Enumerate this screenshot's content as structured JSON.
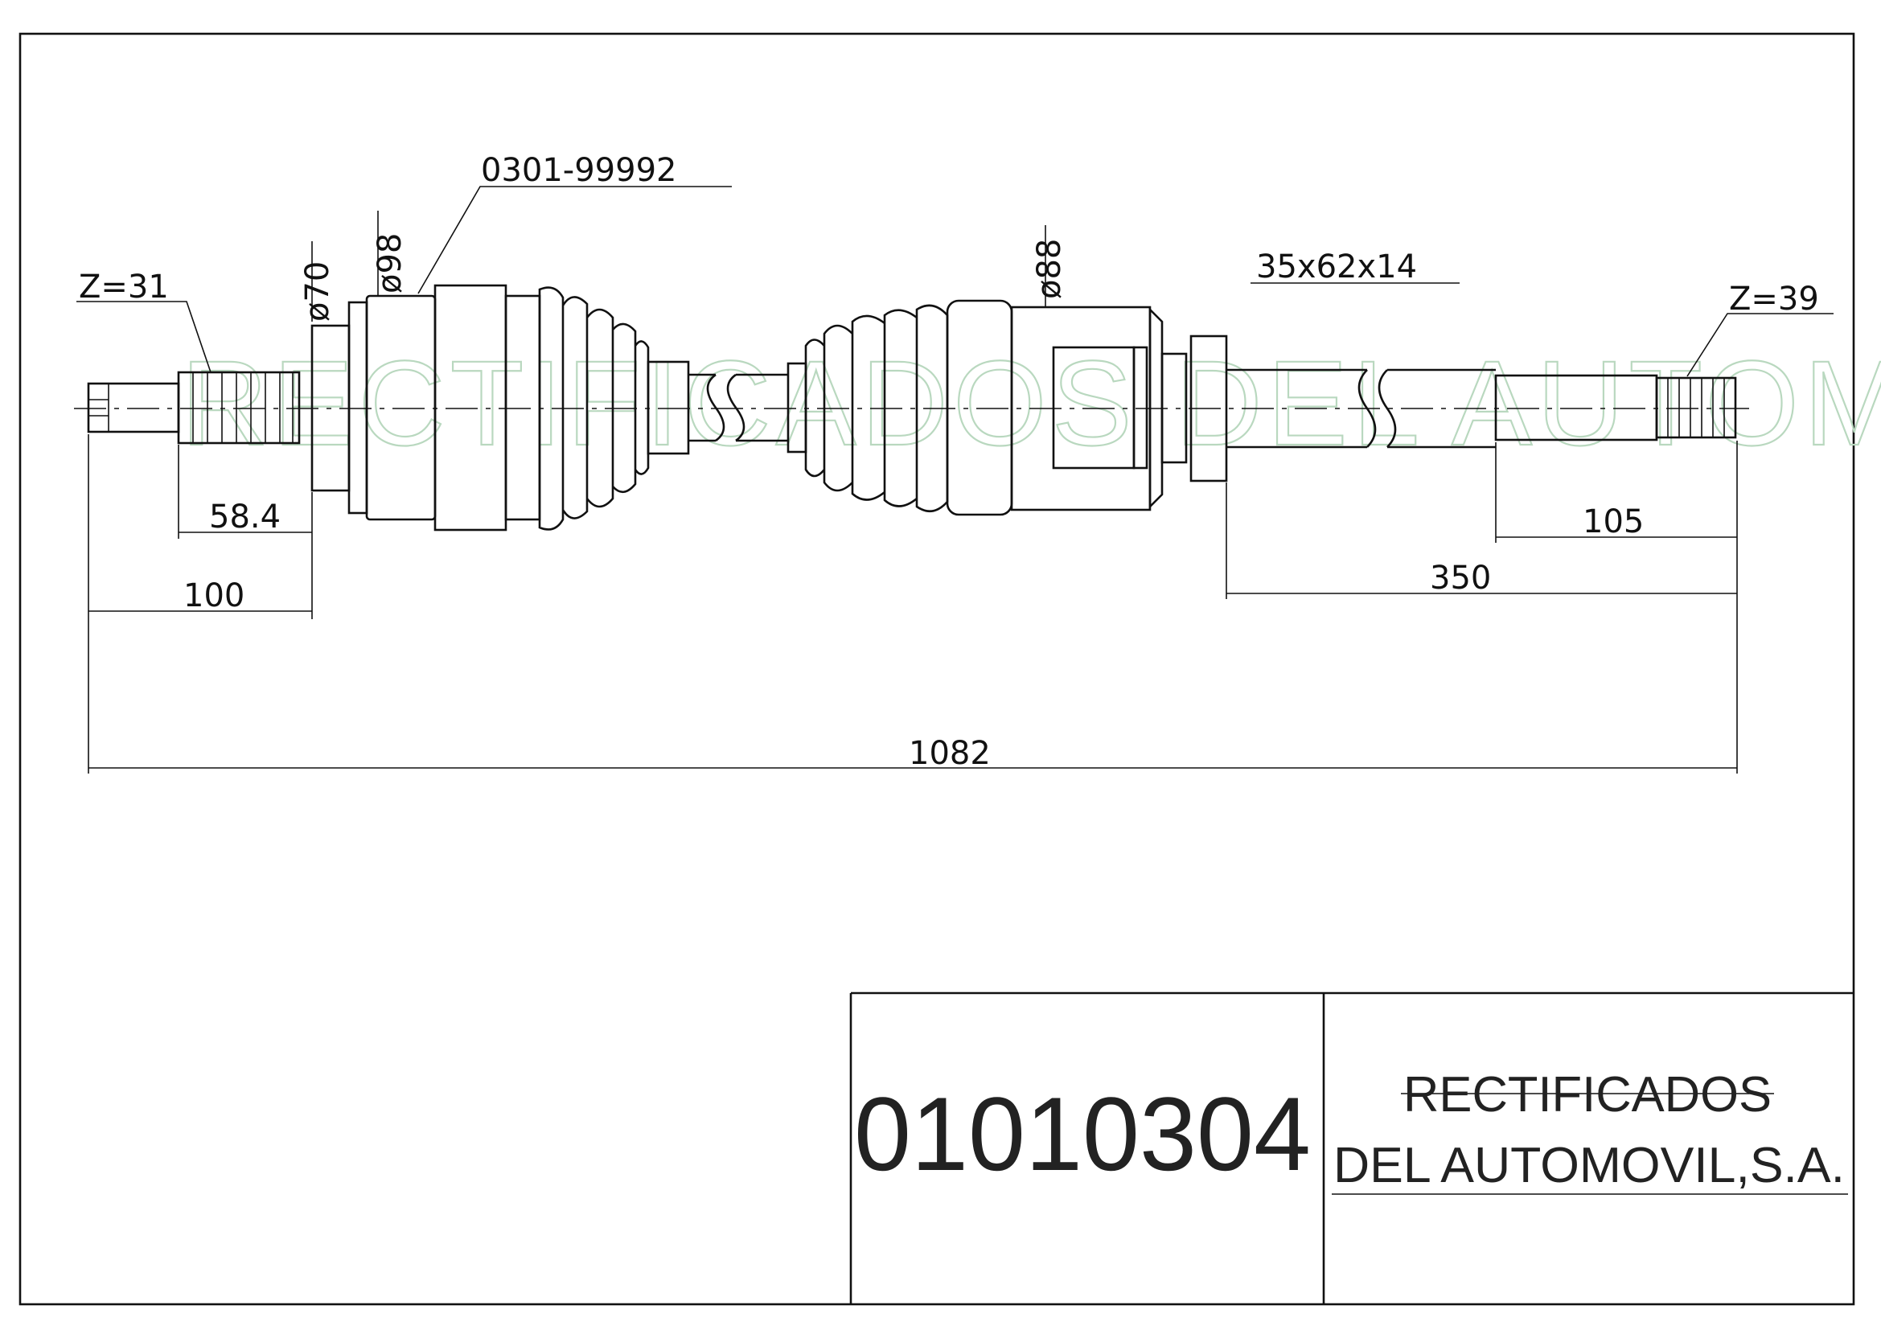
{
  "drawing": {
    "part_ref": "0301-99992",
    "dimensions": {
      "total_length": "1082",
      "outer_end_length": "100",
      "spline_length": "58.4",
      "inner_shaft_length": "350",
      "inner_spline_length": "105"
    },
    "diameters": {
      "outer_small": "ø70",
      "outer_large": "ø98",
      "inner_joint": "ø88"
    },
    "teeth": {
      "outer": "Z=31",
      "inner": "Z=39"
    },
    "bearing": "35x62x14",
    "watermark": "RECTIFICADOS DEL AUTOMOVIL S.A"
  },
  "title_block": {
    "part_number": "01010304",
    "company_line1": "RECTIFICADOS",
    "company_line2": "DEL AUTOMOVIL,S.A."
  }
}
